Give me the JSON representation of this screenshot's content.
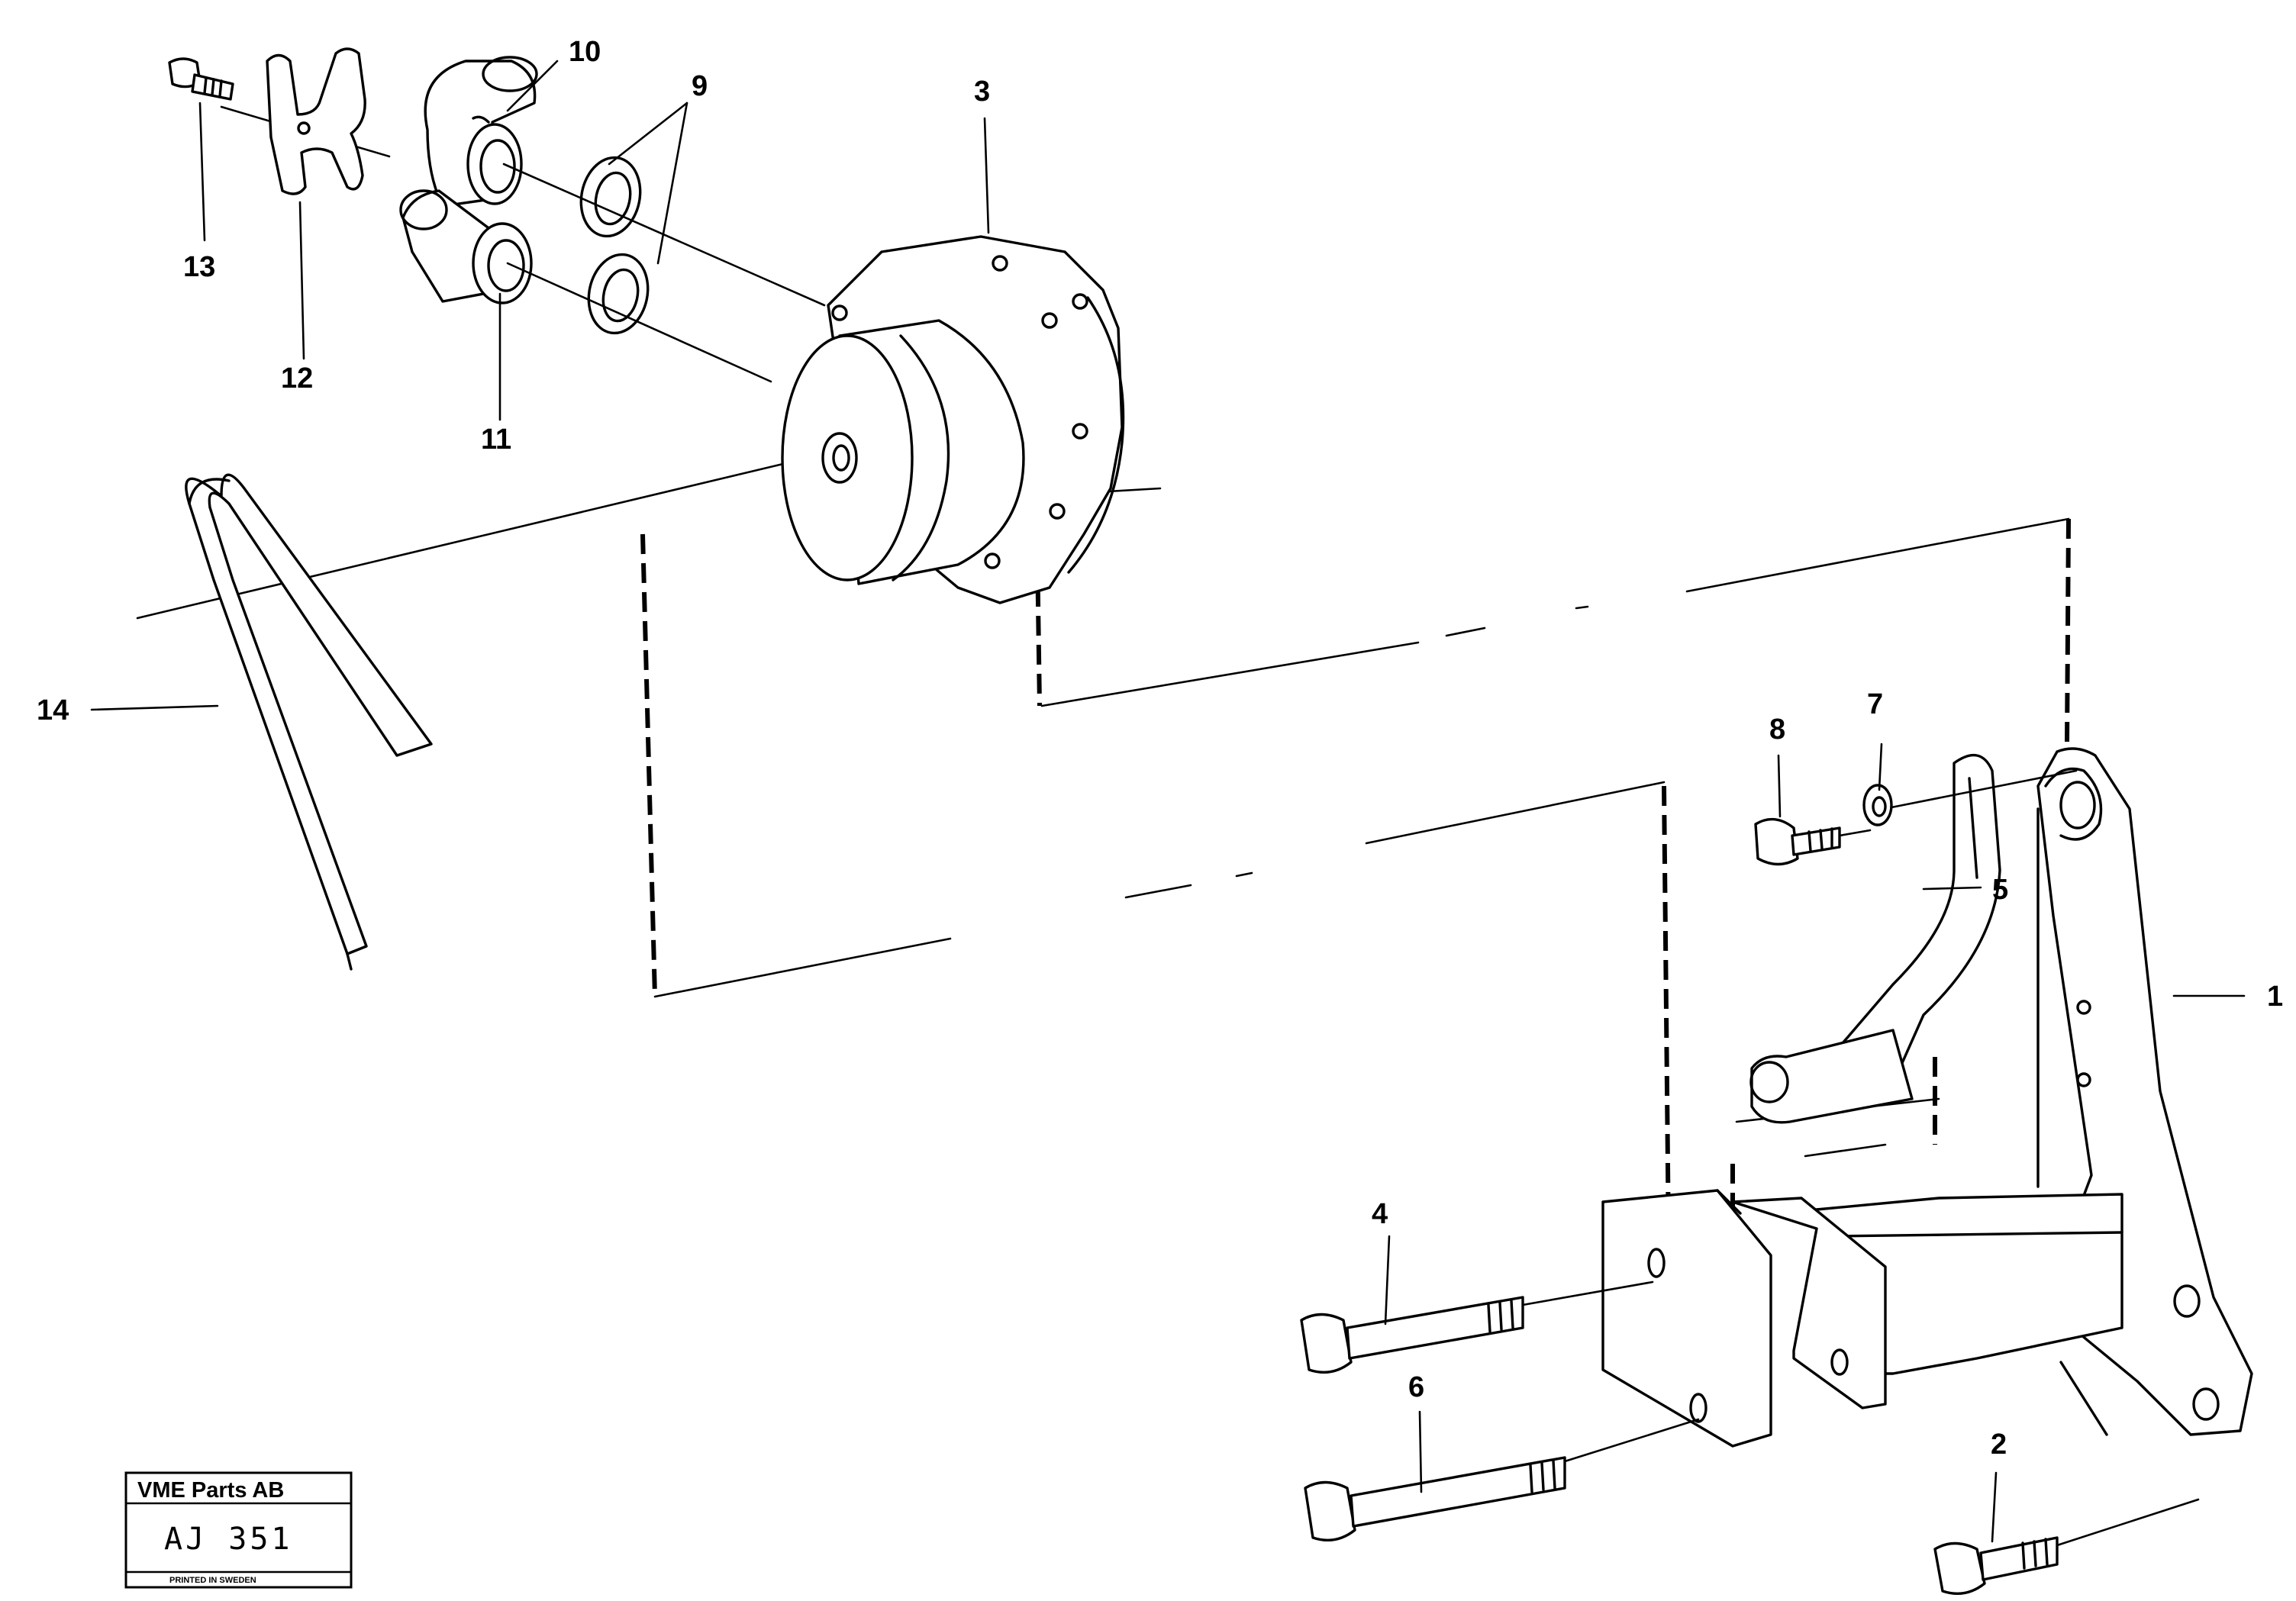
{
  "parts": [
    {
      "number": "1"
    },
    {
      "number": "2"
    },
    {
      "number": "3"
    },
    {
      "number": "4"
    },
    {
      "number": "5"
    },
    {
      "number": "6"
    },
    {
      "number": "7"
    },
    {
      "number": "8"
    },
    {
      "number": "9"
    },
    {
      "number": "10"
    },
    {
      "number": "11"
    },
    {
      "number": "12"
    },
    {
      "number": "13"
    },
    {
      "number": "14"
    }
  ],
  "stamp": {
    "company": "VME Parts AB",
    "code": "AJ  351",
    "footer": "PRINTED IN SWEDEN"
  }
}
